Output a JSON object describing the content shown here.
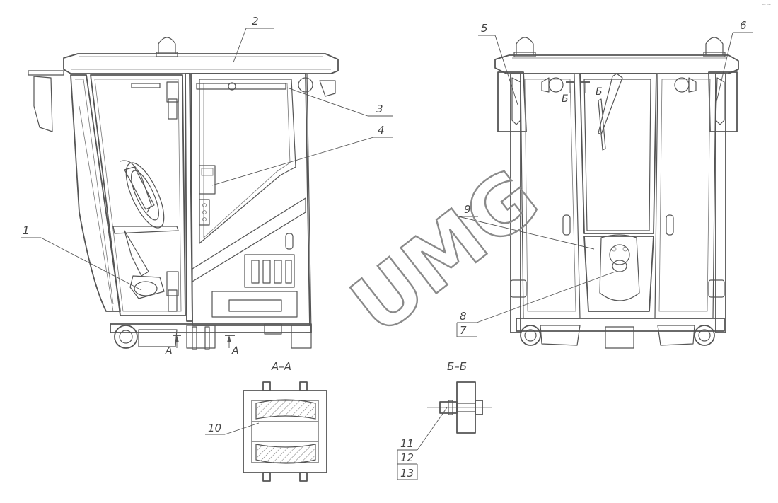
{
  "watermark": "UMG",
  "corner_text": "ᵃᵇᶜ ᵈᵉᶠ",
  "section_titles": {
    "aa": "А–А",
    "bb": "Б–Б"
  },
  "section_markers": {
    "a": "А",
    "b": "Б"
  },
  "callouts": [
    "1",
    "2",
    "3",
    "4",
    "5",
    "6",
    "7",
    "8",
    "9",
    "10",
    "11",
    "12",
    "13"
  ]
}
